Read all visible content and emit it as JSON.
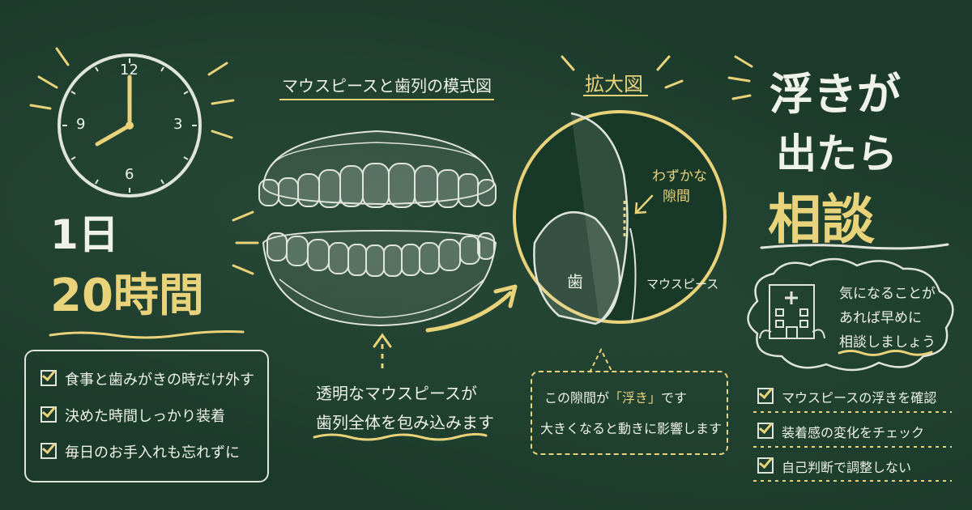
{
  "clock": {
    "n12": "12",
    "n3": "3",
    "n6": "6",
    "n9": "9"
  },
  "left": {
    "line1": "1日",
    "line2": "20時間"
  },
  "left_list": [
    "食事と歯みがきの時だけ外す",
    "決めた時間しっかり装着",
    "毎日のお手入れも忘れずに"
  ],
  "center": {
    "title": "マウスピースと歯列の模式図",
    "note1": "透明なマウスピースが",
    "note2": "歯列全体を包み込みます"
  },
  "zoom": {
    "title": "拡大図",
    "gap1": "わずかな",
    "gap2": "隙間",
    "tooth": "歯",
    "piece": "マウスピース"
  },
  "callout": {
    "pre": "この隙間が",
    "quote": "「浮き」",
    "post": "です",
    "line2": "大きくなると動きに影響します"
  },
  "right": {
    "h1": "浮きが",
    "h2": "出たら",
    "h3": "相談"
  },
  "bubble": {
    "l1": "気になることが",
    "l2": "あれば早めに",
    "l3": "相談しましょう"
  },
  "right_list": [
    "マウスピースの浮きを確認",
    "装着感の変化をチェック",
    "自己判断で調整しない"
  ],
  "colors": {
    "board": "#1b3a2b",
    "chalk": "#eef2ea",
    "yellow": "#e8d27a"
  },
  "icons": [
    "clock-icon",
    "hospital-icon",
    "checkbox-icon",
    "arrow-icon"
  ]
}
